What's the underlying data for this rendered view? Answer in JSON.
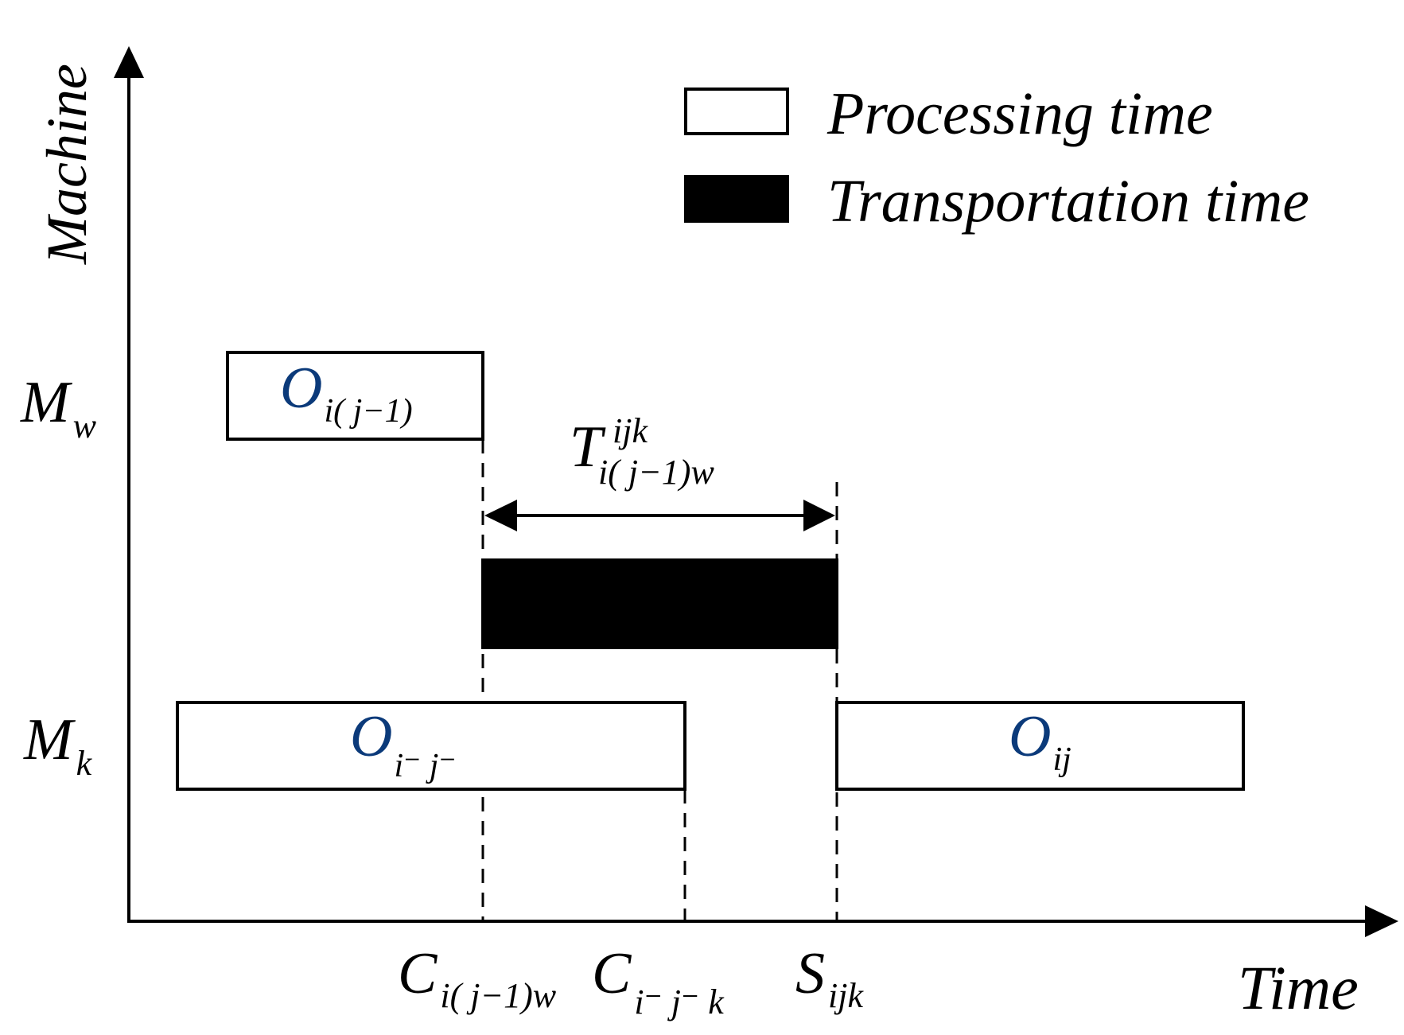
{
  "axes": {
    "y_label": "Machine",
    "x_label": "Time"
  },
  "legend": {
    "processing_label": "Processing time",
    "transportation_label": "Transportation time"
  },
  "machines": {
    "mw": {
      "letter": "M",
      "sub": "w"
    },
    "mk": {
      "letter": "M",
      "sub": "k"
    }
  },
  "operations": {
    "prev_op": {
      "letter": "O",
      "sub": "i( j−1)"
    },
    "other_op": {
      "letter": "O",
      "sub": "i⁻ j⁻"
    },
    "current_op": {
      "letter": "O",
      "sub": "ij"
    }
  },
  "transport": {
    "letter": "T",
    "sup": "ijk",
    "sub": "i( j−1)w"
  },
  "time_marks": {
    "c_prev": {
      "letter": "C",
      "sub": "i( j−1)w"
    },
    "c_other": {
      "letter": "C",
      "sub": "i⁻ j⁻ k"
    },
    "s_current": {
      "letter": "S",
      "sub": "ijk"
    }
  },
  "colors": {
    "ink": "#000000",
    "operation_letter": "#0b3a7a",
    "processing_fill": "#ffffff",
    "transportation_fill": "#000000"
  }
}
